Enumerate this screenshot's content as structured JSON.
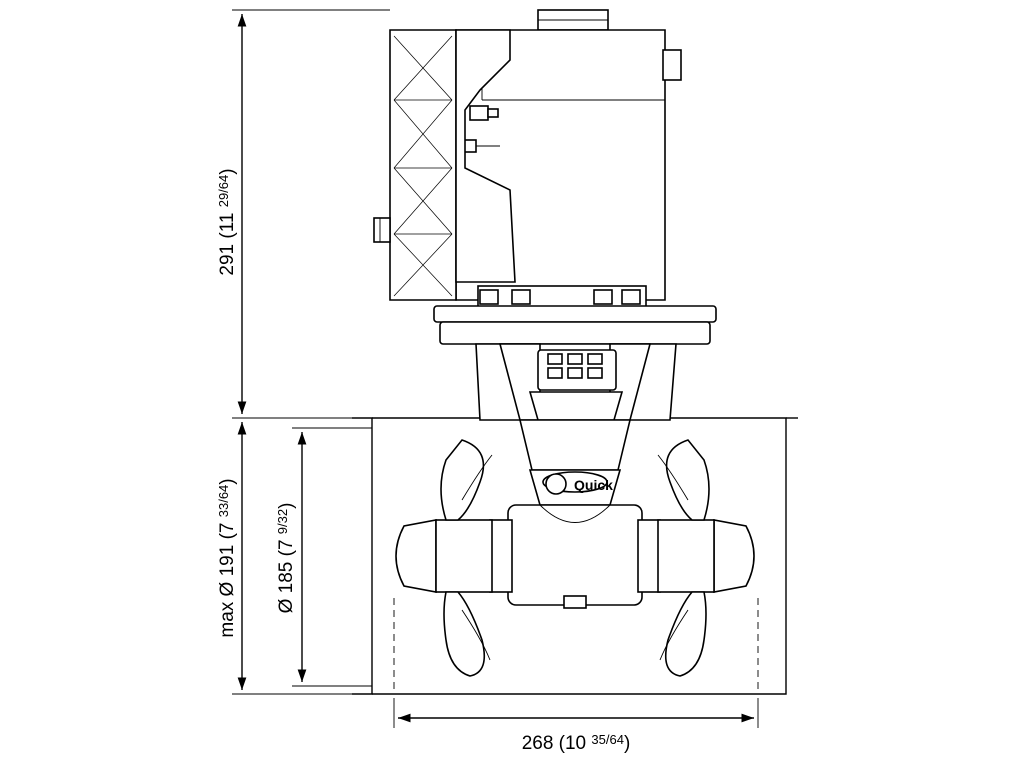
{
  "dimensions": {
    "height_total": {
      "main": "291 (11 ",
      "frac": "29/64",
      "close": ")"
    },
    "tube_outer": {
      "main": "max Ø 191 (7 ",
      "frac": "33/64",
      "close": ")"
    },
    "tube_inner": {
      "main": "Ø 185 (7 ",
      "frac": "9/32",
      "close": ")"
    },
    "width": {
      "main": "268 (10 ",
      "frac": "35/64",
      "close": ")"
    }
  },
  "brand": {
    "logo_text": "Quick"
  }
}
